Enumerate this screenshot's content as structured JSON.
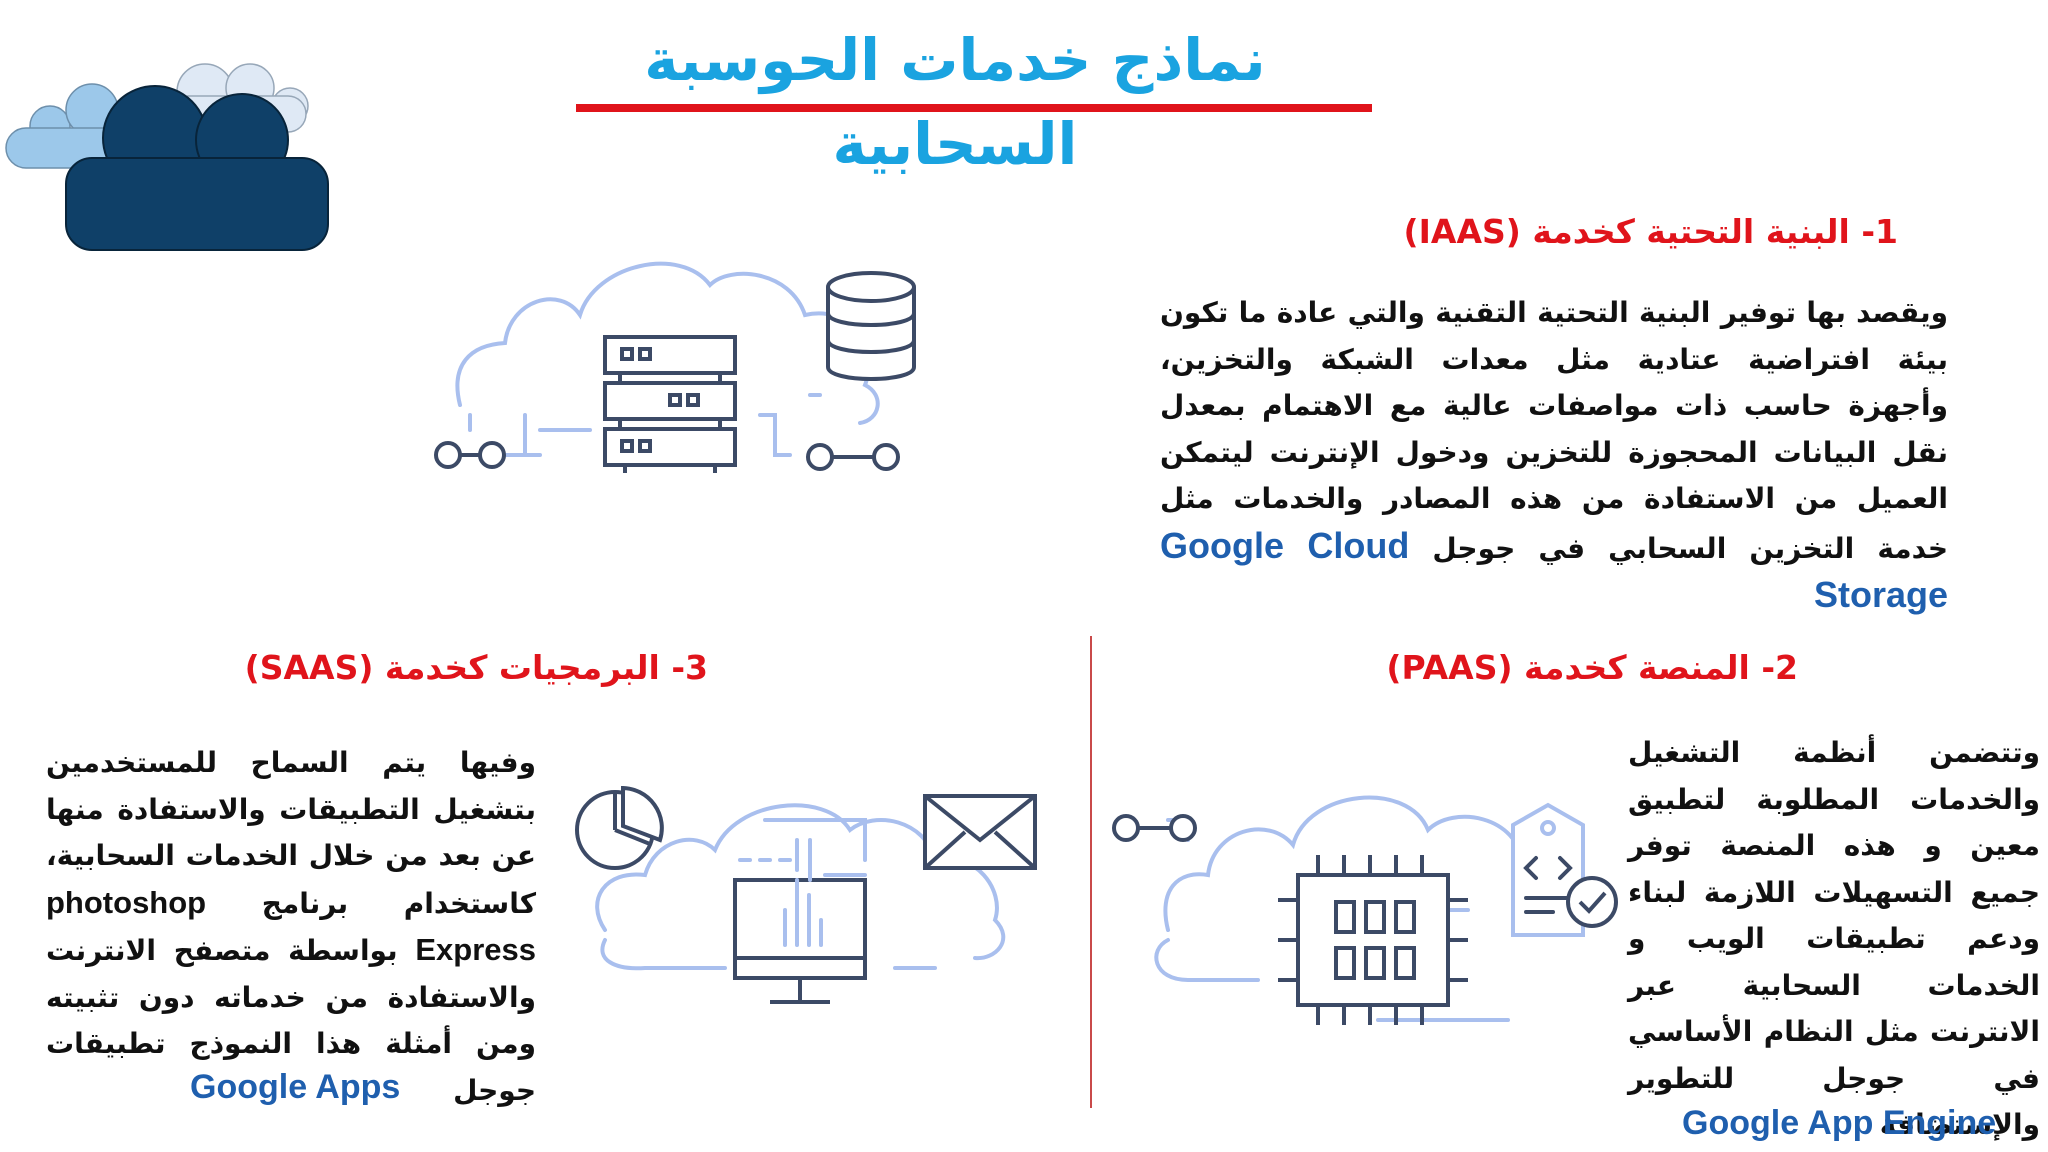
{
  "title": "نماذج خدمات الحوسبة السحابية",
  "sections": {
    "iaas": {
      "heading": "1- البنية التحتية كخدمة (IAAS)",
      "body": "ويقصد بها توفير البنية التحتية التقنية والتي عادة ما تكون بيئة افتراضية عتادية مثل معدات الشبكة والتخزين، وأجهزة حاسب ذات مواصفات عالية مع الاهتمام بمعدل نقل البيانات المحجوزة للتخزين ودخول الإنترنت ليتمكن العميل من الاستفادة من هذه المصادر والخدمات مثل خدمة التخزين السحابي في جوجل",
      "example": "Google Cloud Storage"
    },
    "paas": {
      "heading": "2- المنصة كخدمة (PAAS)",
      "body": "وتتضمن أنظمة التشغيل والخدمات المطلوبة لتطبيق معين و هذه المنصة توفر جميع التسهيلات اللازمة لبناء ودعم تطبيقات الويب و الخدمات السحابية عبر الانترنت مثل النظام الأساسي في جوجل للتطوير والإستضافة",
      "example": "Google App Engine"
    },
    "saas": {
      "heading": "3- البرمجيات كخدمة (SAAS)",
      "body_before": "وفيها يتم السماح للمستخدمين بتشغيل التطبيقات والاستفادة منها عن بعد من خلال الخدمات السحابية، كاستخدام برنامج",
      "product": "photoshop Express",
      "body_after": "بواسطة متصفح الانترنت والاستفادة من خدماته دون تثبيته ومن أمثلة هذا النموذج تطبيقات جوجل",
      "example": "Google Apps"
    }
  },
  "icons": [
    "clouds-logo-icon",
    "cloud-server-database-icon",
    "cloud-chip-code-tag-icon",
    "cloud-monitor-chart-mail-icon"
  ],
  "colors": {
    "title": "#1aa3e0",
    "heading": "#e0141b",
    "underline": "#e0141b",
    "example_link": "#1f5fae",
    "icon_line": "#a9bfee",
    "icon_dark": "#3c4a66",
    "cloud_dark": "#0f4068",
    "cloud_light": "#9cc8ea"
  }
}
